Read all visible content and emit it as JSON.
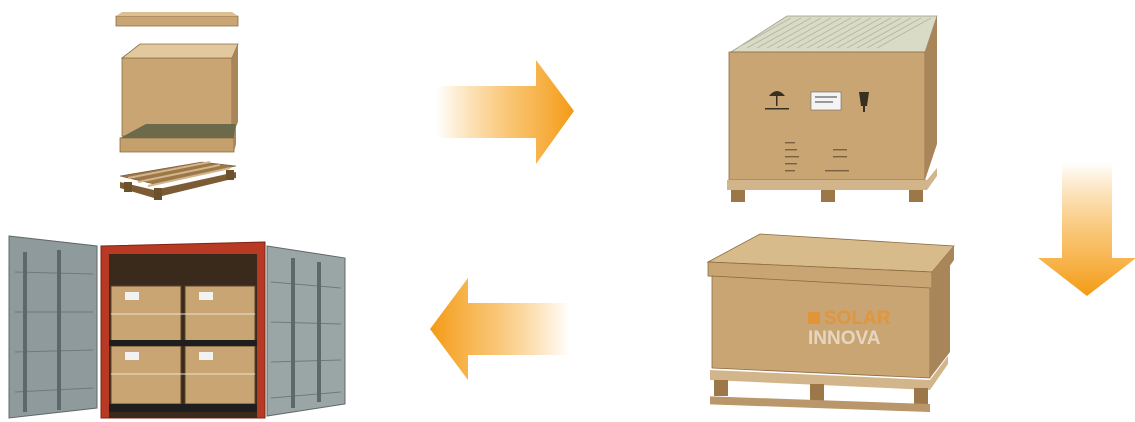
{
  "steps": [
    {
      "id": "step-1",
      "caption": ""
    },
    {
      "id": "step-2",
      "caption": ""
    },
    {
      "id": "step-3",
      "caption": ""
    },
    {
      "id": "step-4",
      "caption": ""
    }
  ],
  "box_label": {
    "line1": "SOLAR",
    "line2": "INNOVA"
  },
  "colors": {
    "cardboard": "#c9a574",
    "cardboard_dark": "#a9855a",
    "cardboard_light": "#dcc092",
    "pallet": "#9c7748",
    "arrow": "#f7a21b",
    "container_frame": "#b83a24",
    "container_door": "#8e9a9b",
    "brand": "#e9902a"
  },
  "icons": [
    "exploded-box-icon",
    "packed-pallet-icon",
    "sealed-crate-icon",
    "container-icon"
  ]
}
